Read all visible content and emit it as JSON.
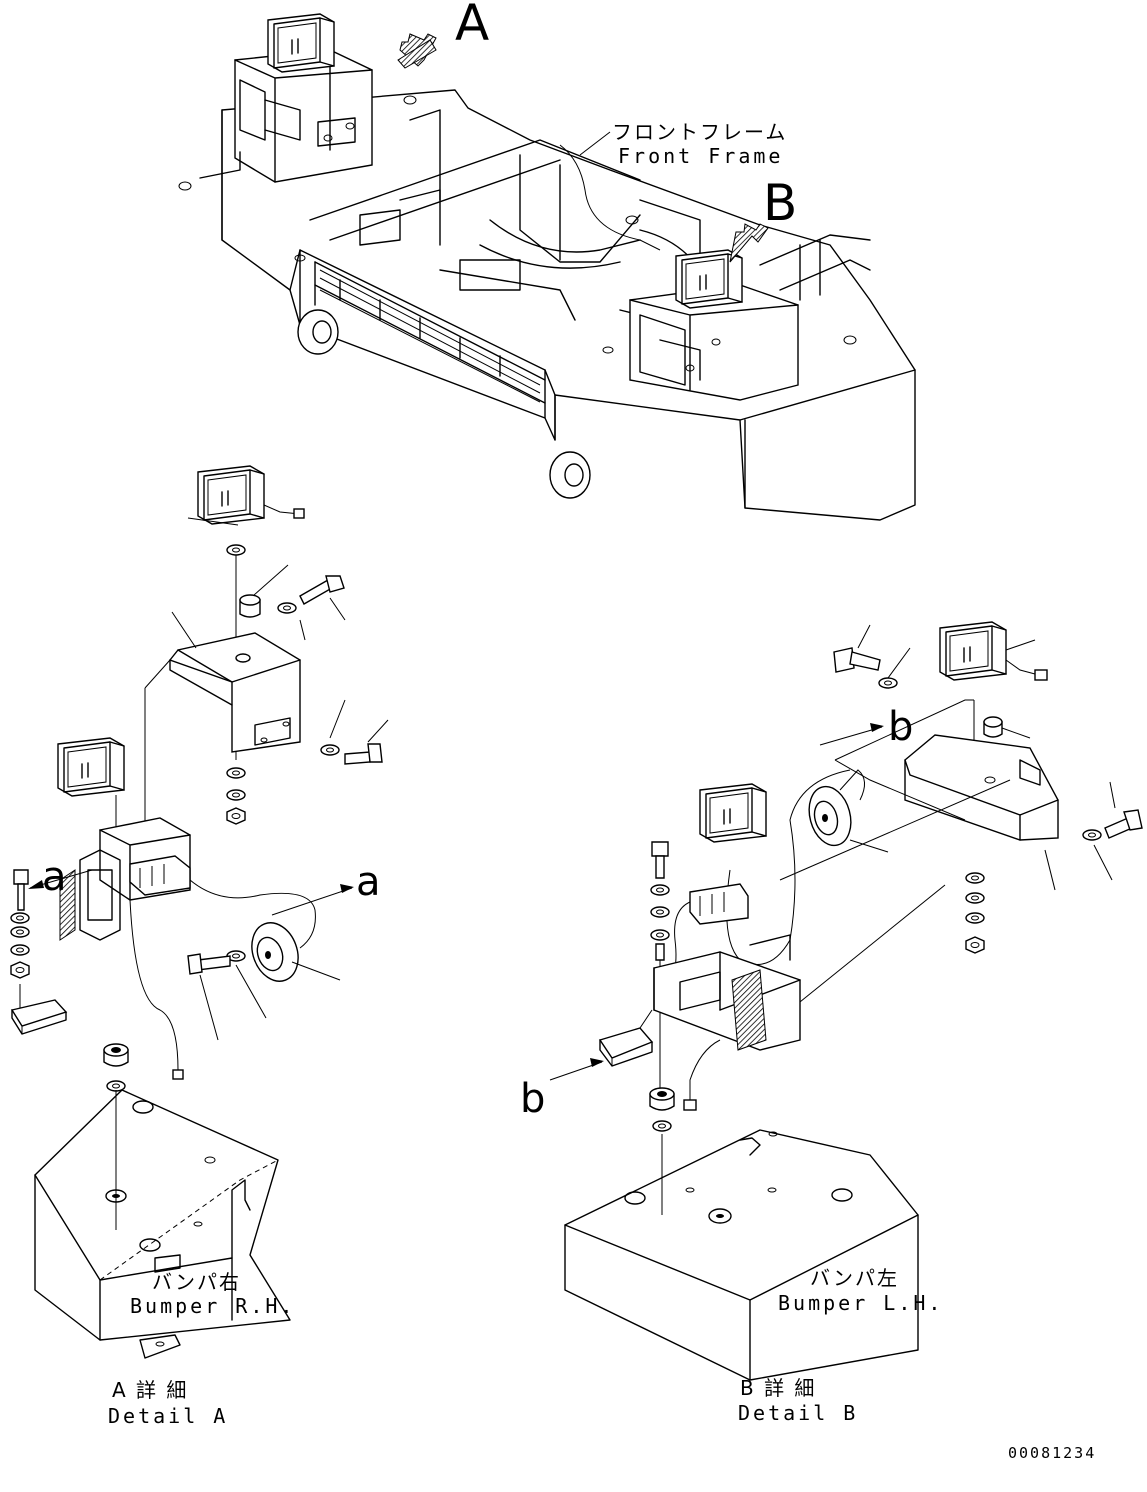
{
  "callouts": {
    "view_a": "A",
    "view_b": "B",
    "arrow_a_left": "a",
    "arrow_a_right": "a",
    "arrow_b_upper": "b",
    "arrow_b_lower": "b"
  },
  "labels": {
    "front_frame_jp": "フロントフレーム",
    "front_frame_en": "Front Frame",
    "bumper_rh_jp": "バンパ右",
    "bumper_rh_en": "Bumper R.H.",
    "bumper_lh_jp": "バンパ左",
    "bumper_lh_en": "Bumper L.H.",
    "detail_a_jp": "A 詳 細",
    "detail_a_en": "Detail A",
    "detail_b_jp": "B 詳 細",
    "detail_b_en": "Detail B"
  },
  "drawing_number": "00081234"
}
